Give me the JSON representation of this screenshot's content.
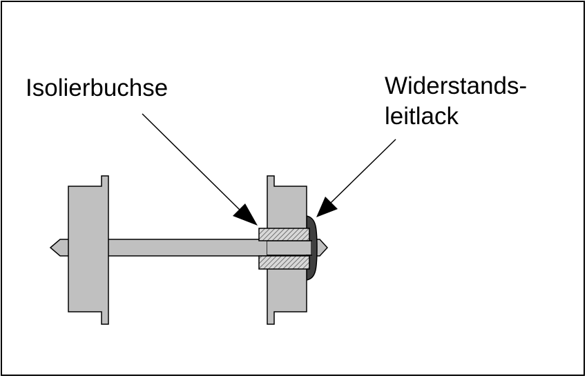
{
  "labels": {
    "isolierbuchse": "Isolierbuchse",
    "widerstandsleitlack_line1": "Widerstands-",
    "widerstandsleitlack_line2": "leitlack"
  },
  "colors": {
    "wheel_fill": "#c0c0c0",
    "outline": "#000000",
    "bushing_hatch": "#808080",
    "lacquer": "#404040",
    "background": "#ffffff"
  }
}
